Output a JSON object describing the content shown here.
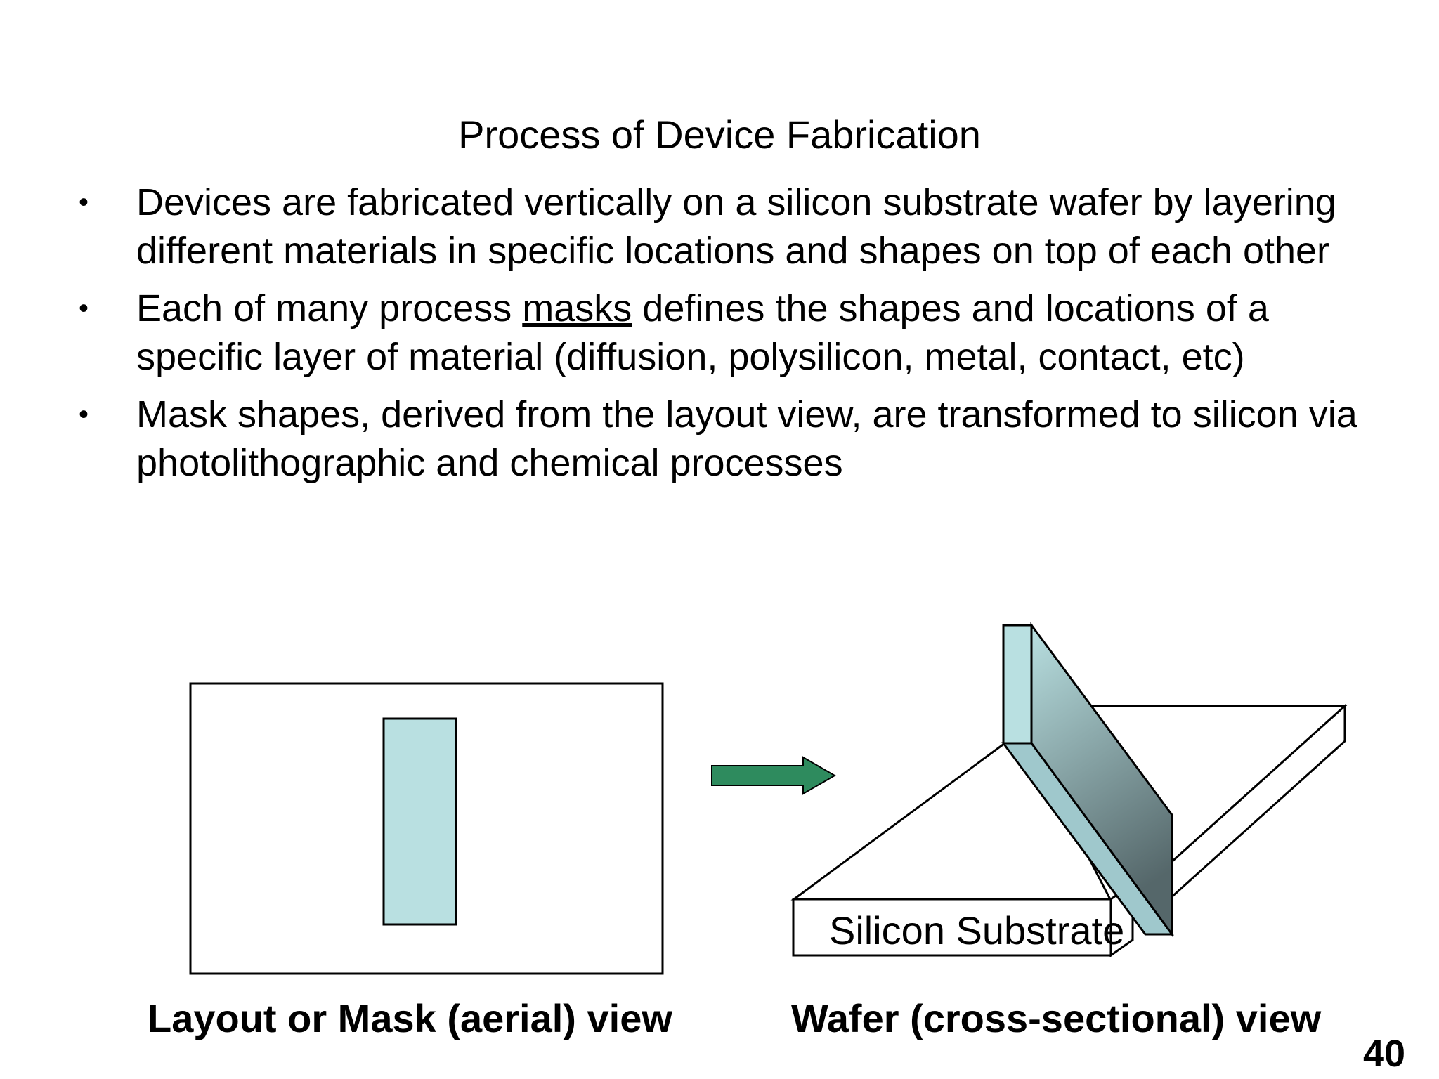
{
  "slide": {
    "title": "Process of Device Fabrication",
    "bullets": [
      {
        "text": "Devices are fabricated vertically on a silicon substrate wafer by layering different materials in specific locations and shapes on top of each other"
      },
      {
        "before": "Each of many process ",
        "underlined": "masks",
        "after": " defines the shapes and locations of a specific layer of material (diffusion, polysilicon, metal, contact, etc)"
      },
      {
        "text": "Mask shapes, derived from the layout view, are transformed to silicon via photolithographic and chemical processes"
      }
    ],
    "bullet_glyph": "•",
    "substrate_label": "Silicon Substrate",
    "captions": {
      "left": "Layout or Mask (aerial) view",
      "right": "Wafer (cross-sectional) view"
    },
    "page_number": "40"
  },
  "colors": {
    "mask_fill": "#b9e0e1",
    "arrow_fill": "#2e8b5e",
    "outline": "#000000"
  }
}
